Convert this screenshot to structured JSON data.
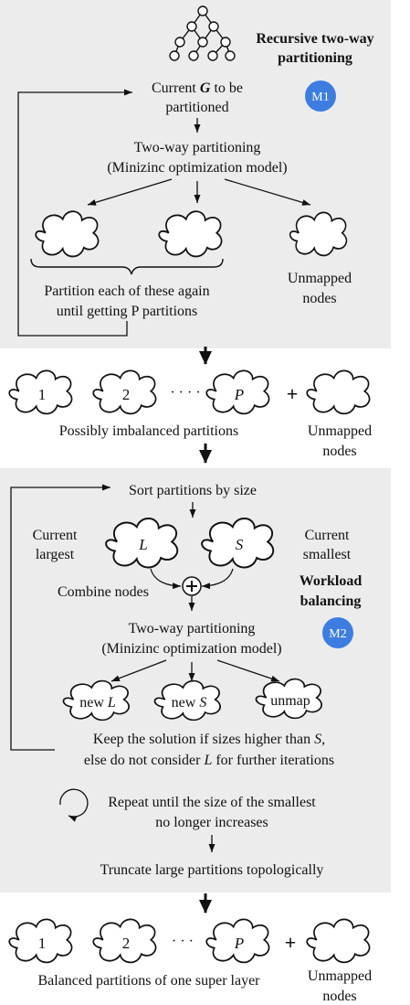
{
  "section1": {
    "title_line1": "Recursive two-way",
    "title_line2": "partitioning",
    "badge": "M1",
    "current_prefix": "Current ",
    "current_g": "G",
    "current_suffix": " to be",
    "current_line2": "partitioned",
    "two_way_line1": "Two-way partitioning",
    "two_way_line2": "(Minizinc optimization model)",
    "partition_again_line1": "Partition each of these again",
    "partition_again_line2": "until getting P partitions",
    "unmapped_line1": "Unmapped",
    "unmapped_line2": "nodes"
  },
  "middle1": {
    "cloud1": "1",
    "cloud2": "2",
    "dots": "· · · ·",
    "cloudP": "P",
    "plus": "+",
    "caption": "Possibly imbalanced partitions",
    "unmapped_line1": "Unmapped",
    "unmapped_line2": "nodes"
  },
  "section2": {
    "sort": "Sort partitions by size",
    "current_largest_line1": "Current",
    "current_largest_line2": "largest",
    "current_smallest_line1": "Current",
    "current_smallest_line2": "smallest",
    "cloudL": "L",
    "cloudS": "S",
    "combine": "Combine nodes",
    "title_line1": "Workload",
    "title_line2": "balancing",
    "badge": "M2",
    "two_way_line1": "Two-way partitioning",
    "two_way_line2": "(Minizinc optimization model)",
    "new_prefix": "new ",
    "new_L": "L",
    "new_S": "S",
    "unmap": "unmap",
    "keep_prefix": "Keep the solution if sizes higher than ",
    "keep_S": "S",
    "keep_suffix": ",",
    "else_prefix": "else do not consider ",
    "else_L": "L",
    "else_suffix": " for further iterations",
    "repeat_line1": "Repeat until the size of the smallest",
    "repeat_line2": "no longer increases",
    "truncate": "Truncate large partitions topologically"
  },
  "bottom": {
    "cloud1": "1",
    "cloud2": "2",
    "dots": "· · ·",
    "cloudP": "P",
    "plus": "+",
    "caption": "Balanced partitions of one super layer",
    "unmapped_line1": "Unmapped",
    "unmapped_line2": "nodes"
  },
  "colors": {
    "panel": "#ececec",
    "badge": "#3d7de0",
    "badge_text": "#ffffff",
    "line": "#111111"
  }
}
